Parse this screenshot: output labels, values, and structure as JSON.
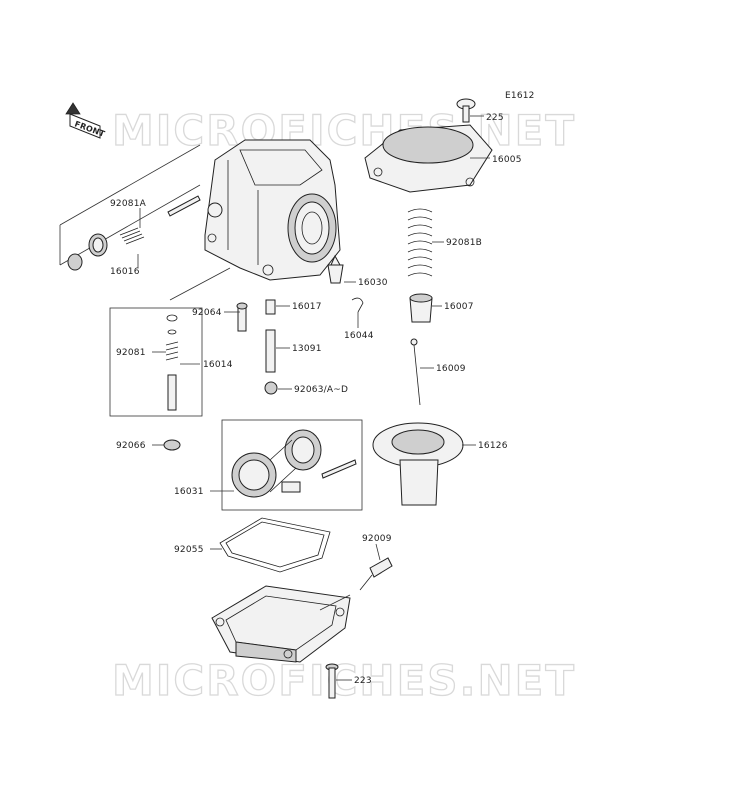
{
  "diagram": {
    "code": "E1612",
    "watermark": "MICROFICHES.NET",
    "front_label": "FRONT",
    "parts": [
      {
        "key": "p225",
        "number": "225"
      },
      {
        "key": "p16005",
        "number": "16005"
      },
      {
        "key": "p92081A",
        "number": "92081A"
      },
      {
        "key": "p16016",
        "number": "16016"
      },
      {
        "key": "p92081B",
        "number": "92081B"
      },
      {
        "key": "p16030",
        "number": "16030"
      },
      {
        "key": "p92064",
        "number": "92064"
      },
      {
        "key": "p16017",
        "number": "16017"
      },
      {
        "key": "p16044",
        "number": "16044"
      },
      {
        "key": "p16007",
        "number": "16007"
      },
      {
        "key": "p92081",
        "number": "92081"
      },
      {
        "key": "p16014",
        "number": "16014"
      },
      {
        "key": "p13091",
        "number": "13091"
      },
      {
        "key": "p16009",
        "number": "16009"
      },
      {
        "key": "p92063",
        "number": "92063/A~D"
      },
      {
        "key": "p92066",
        "number": "92066"
      },
      {
        "key": "p16126",
        "number": "16126"
      },
      {
        "key": "p16031",
        "number": "16031"
      },
      {
        "key": "p92055",
        "number": "92055"
      },
      {
        "key": "p92009",
        "number": "92009"
      },
      {
        "key": "p223",
        "number": "223"
      }
    ]
  }
}
